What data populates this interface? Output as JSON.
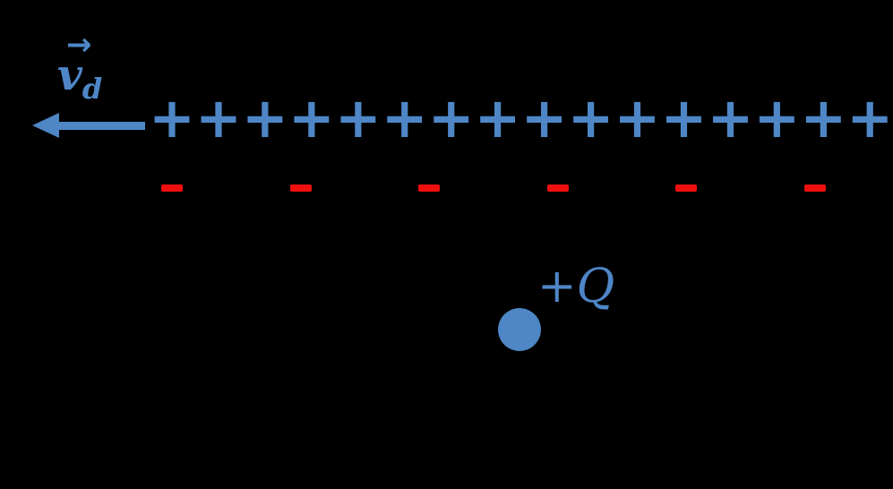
{
  "colors": {
    "background": "#000000",
    "charge_blue": "#4e86c6",
    "negative_red": "#ee0f0f"
  },
  "velocity_label": {
    "vector_mark": "→",
    "symbol": "v",
    "subscript": "d"
  },
  "plus_row": {
    "symbol": "+",
    "count": 17
  },
  "minus_row": {
    "symbol": "-",
    "count": 6
  },
  "charge": {
    "label": "+Q"
  }
}
